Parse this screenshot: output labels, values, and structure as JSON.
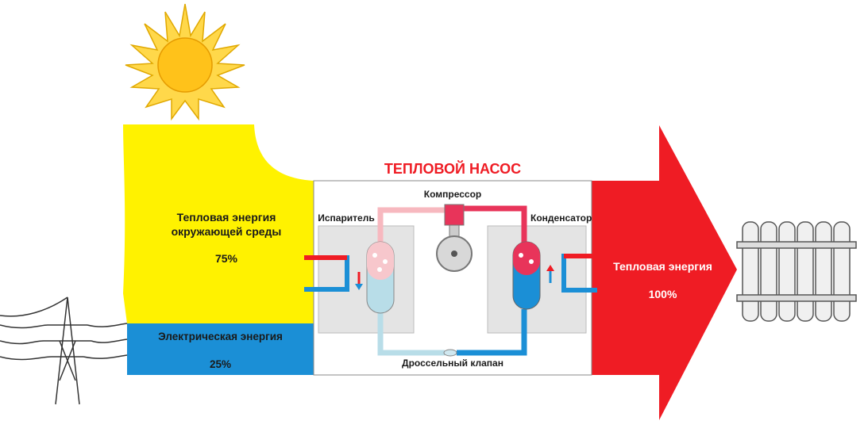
{
  "title": "ТЕПЛОВОЙ НАСОС",
  "ambient": {
    "label_line1": "Тепловая энергия",
    "label_line2": "окружающей среды",
    "percent": "75%"
  },
  "electric": {
    "label": "Электрическая энергия",
    "percent": "25%"
  },
  "output": {
    "label": "Тепловая энергия",
    "percent": "100%"
  },
  "components": {
    "compressor": "Компрессор",
    "evaporator": "Испаритель",
    "condenser": "Конденсатор",
    "valve": "Дроссельный клапан"
  },
  "colors": {
    "yellow": "#fff200",
    "blue": "#1b8fd6",
    "red": "#ef1c24",
    "pink": "#f7b8bf",
    "light_blue": "#b8dde8"
  }
}
